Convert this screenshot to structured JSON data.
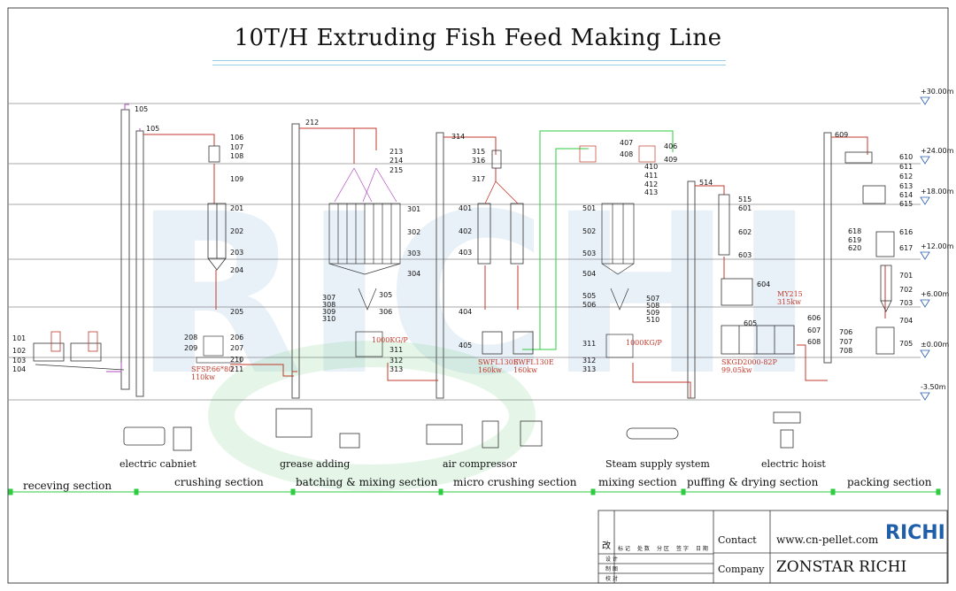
{
  "title": "10T/H Extruding Fish Feed Making Line",
  "elevations": [
    "+30.00m",
    "+24.00m",
    "+18.00m",
    "+12.00m",
    "+6.00m",
    "±0.00m",
    "-3.50m"
  ],
  "equipment_labels": {
    "electric_cabinet": "electric cabniet",
    "grease_adding": "grease adding",
    "air_compressor": "air compressor",
    "steam_supply": "Steam supply system",
    "electric_hoist": "electric hoist"
  },
  "sections": [
    "receving section",
    "crushing section",
    "batching & mixing section",
    "micro crushing section",
    "mixing section",
    "puffing & drying section",
    "packing section"
  ],
  "machine_specs": {
    "crusher": "SFSP.66*80",
    "crusher_power": "110kw",
    "mixer1": "1000KG/P",
    "micro1": "SWFL130E",
    "micro1_power": "160kw",
    "micro2": "SWFL130E",
    "micro2_power": "160kw",
    "mixer2": "1000KG/P",
    "extruder": "MY215",
    "extruder_power": "315kw",
    "dryer": "SKGD2000-82P",
    "dryer_power": "99.05kw"
  },
  "tags": {
    "receiving": [
      "101",
      "102",
      "103",
      "104"
    ],
    "lift_a": "105",
    "lift_b": "105",
    "crush_top": [
      "106",
      "107",
      "108",
      "109"
    ],
    "crush_bins": [
      "201",
      "202",
      "203",
      "204",
      "205"
    ],
    "crush_bottom": [
      "206",
      "207",
      "208",
      "209",
      "210",
      "211"
    ],
    "batch_top": [
      "212",
      "213",
      "214",
      "215"
    ],
    "batch_bins": [
      "301",
      "302",
      "303",
      "304",
      "305",
      "306"
    ],
    "batch_left": [
      "307",
      "308",
      "309",
      "310"
    ],
    "batch_bottom": [
      "311",
      "312",
      "313"
    ],
    "micro_top": [
      "314",
      "315",
      "316",
      "317"
    ],
    "micro_bins": [
      "401",
      "402",
      "403",
      "404",
      "405"
    ],
    "mix_top": [
      "407",
      "408",
      "406",
      "409",
      "410",
      "411",
      "412",
      "413"
    ],
    "mix_bins": [
      "501",
      "502",
      "503",
      "504",
      "505",
      "506"
    ],
    "mix_right": [
      "507",
      "508",
      "509",
      "510"
    ],
    "mix_bottom": [
      "311",
      "312",
      "313"
    ],
    "puff_top": [
      "514",
      "515",
      "601",
      "602",
      "603",
      "604"
    ],
    "puff_dryer": [
      "605",
      "606",
      "607",
      "608"
    ],
    "pack_top": [
      "609",
      "610",
      "611",
      "612",
      "613",
      "614",
      "615"
    ],
    "pack_mid": [
      "616",
      "617",
      "618",
      "619",
      "620"
    ],
    "pack_bottom": [
      "701",
      "702",
      "703",
      "704",
      "705",
      "706",
      "707",
      "708"
    ]
  },
  "title_block": {
    "contact_label": "Contact",
    "contact_value": "www.cn-pellet.com",
    "company_label": "Company",
    "company_value": "ZONSTAR RICHI",
    "logo_text": "RICHI",
    "corner_mark": "改",
    "row1": [
      "标 记",
      "处 数",
      "分 区",
      "签 字",
      "日 期"
    ],
    "row_labels": [
      "设 计",
      "制 图",
      "校 对"
    ]
  },
  "colors": {
    "pipe_red": "#c0392b",
    "pipe_purple": "#b04dbf",
    "pipe_green": "#2ecc40",
    "section_line": "#2ecc40",
    "watermark": "#9ec3e0"
  }
}
